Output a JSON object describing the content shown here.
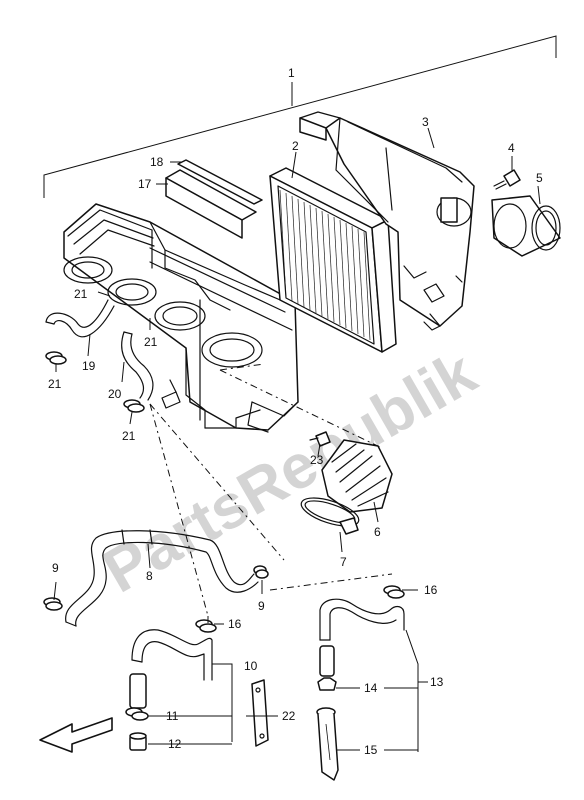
{
  "watermark": "PartsRepublik",
  "callouts": {
    "p1": "1",
    "p2": "2",
    "p3": "3",
    "p4": "4",
    "p5": "5",
    "p6": "6",
    "p7": "7",
    "p8": "8",
    "p9a": "9",
    "p9b": "9",
    "p10": "10",
    "p11": "11",
    "p12": "12",
    "p13": "13",
    "p14": "14",
    "p15": "15",
    "p16a": "16",
    "p16b": "16",
    "p17": "17",
    "p18": "18",
    "p19": "19",
    "p20": "20",
    "p21a": "21",
    "p21b": "21",
    "p21c": "21",
    "p21d": "21",
    "p22": "22",
    "p23": "23"
  }
}
